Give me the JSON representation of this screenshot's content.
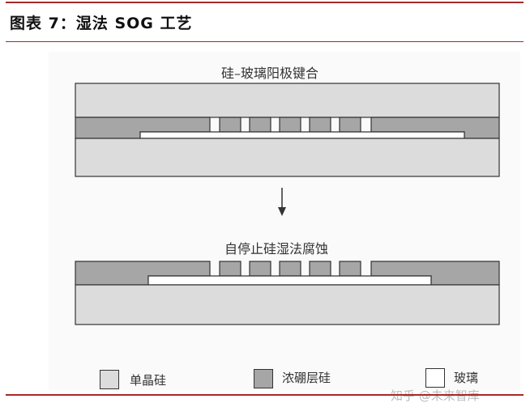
{
  "header": {
    "title": "图表 7：湿法 SOG 工艺"
  },
  "stages": [
    {
      "caption": "硅–玻璃阳极键合"
    },
    {
      "caption": "自停止硅湿法腐蚀"
    }
  ],
  "legend": [
    {
      "label": "单晶硅",
      "color": "#dcdcdc"
    },
    {
      "label": "浓硼层硅",
      "color": "#a6a6a6"
    },
    {
      "label": "玻璃",
      "color": "#ffffff"
    }
  ],
  "colors": {
    "accent_rule": "#a52a2a",
    "outline": "#333333"
  },
  "watermark": "知乎 @未来智库"
}
